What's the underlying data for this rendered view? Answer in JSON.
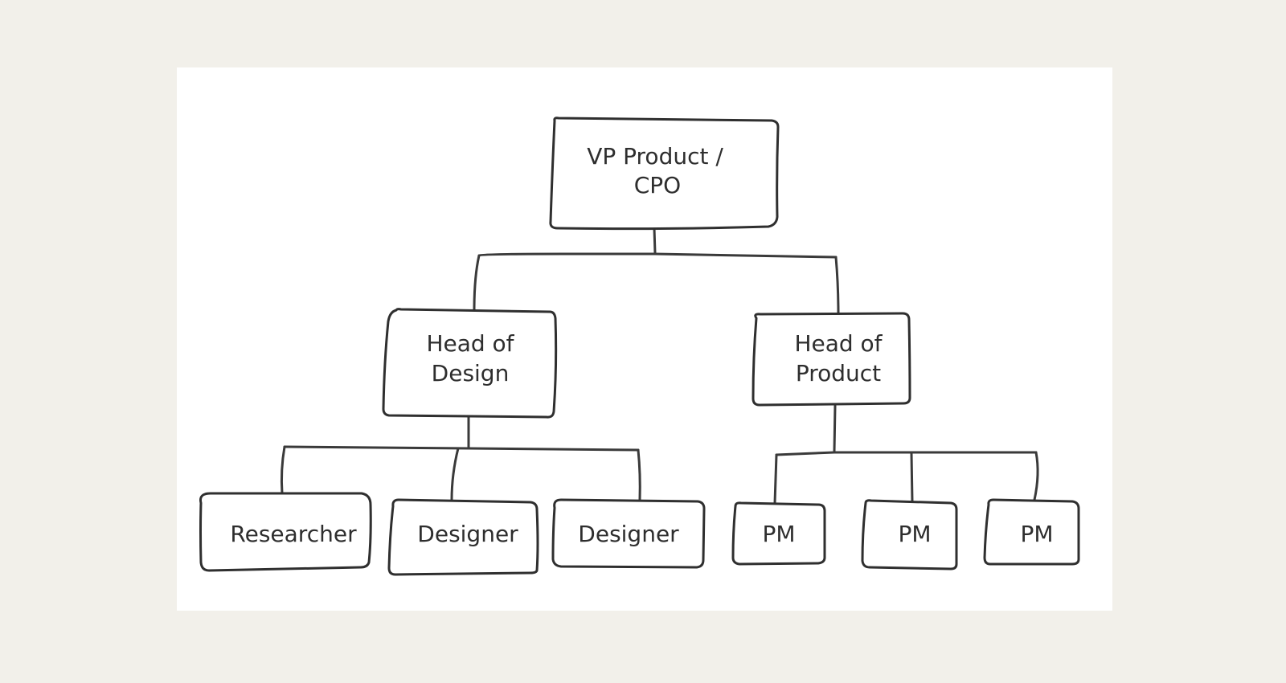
{
  "diagram": {
    "root": {
      "line1": "VP Product /",
      "line2": "CPO"
    },
    "head_design": {
      "line1": "Head of",
      "line2": "Design"
    },
    "head_product": {
      "line1": "Head of",
      "line2": "Product"
    },
    "design_team": [
      "Researcher",
      "Designer",
      "Designer"
    ],
    "product_team": [
      "PM",
      "PM",
      "PM"
    ]
  }
}
